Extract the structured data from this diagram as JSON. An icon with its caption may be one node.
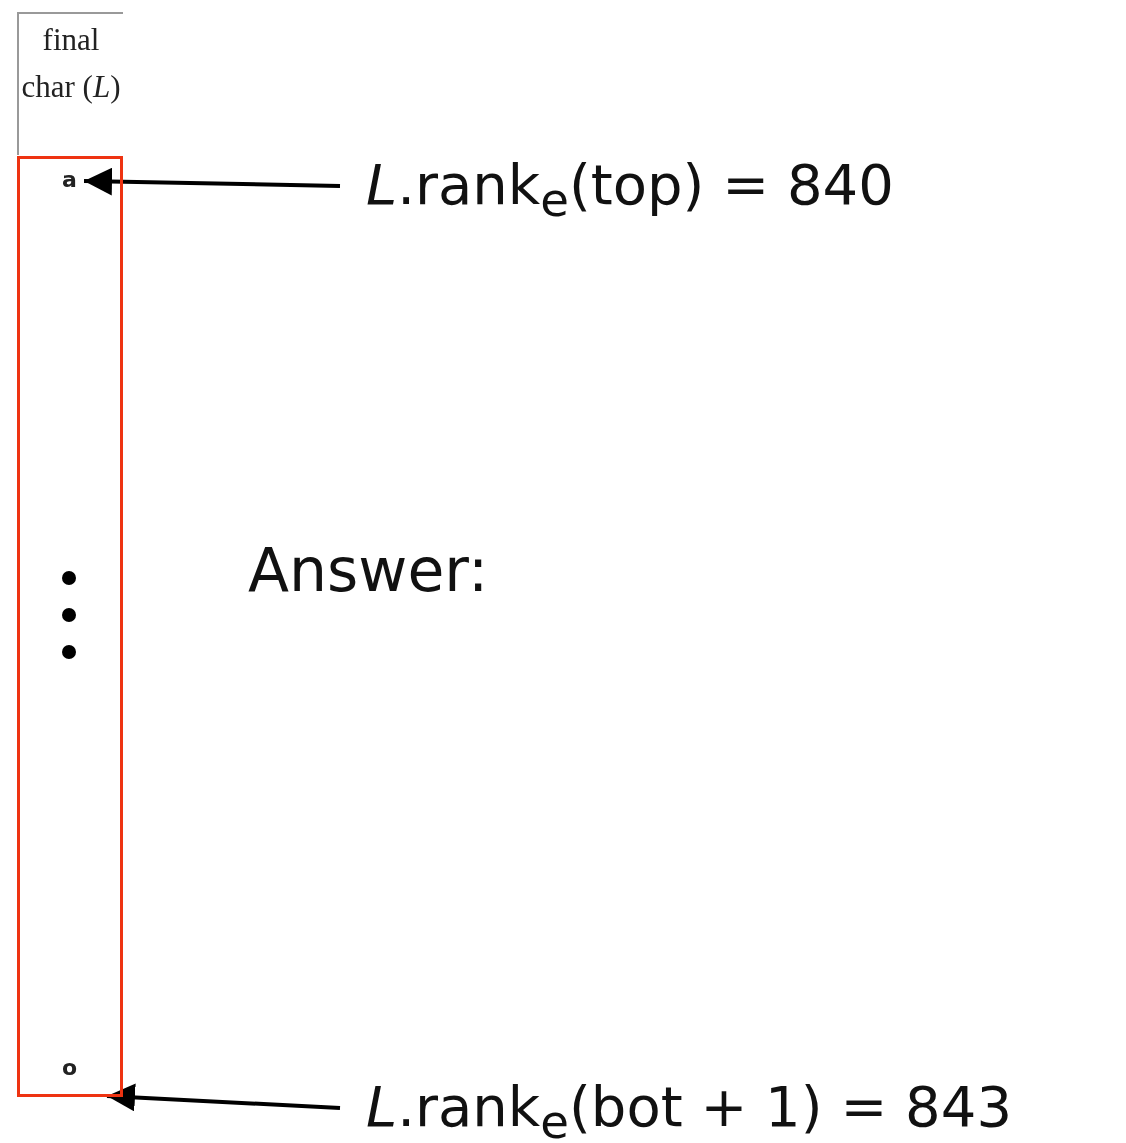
{
  "diagram": {
    "nodes": [
      {
        "text": [
          "final char (*L*)"
        ]
      },
      {
        "text": [],
        "shape": "box"
      },
      {
        "text": [
          "a"
        ],
        "in": 1
      },
      {
        "text": [
          "o"
        ],
        "in": 1
      },
      {
        "text": [
          "*L*.rank$_{e}$(top)  = 840"
        ]
      },
      {
        "text": [
          "*L*.rank$_{e}$(bot + 1)  = 843"
        ]
      }
    ],
    "edges": [
      {
        "from": 4,
        "to": 2,
        "arrow": "to"
      },
      {
        "from": 5,
        "to": 1,
        "arrow": "to"
      }
    ],
    "labels": [
      "Answer:"
    ]
  }
}
